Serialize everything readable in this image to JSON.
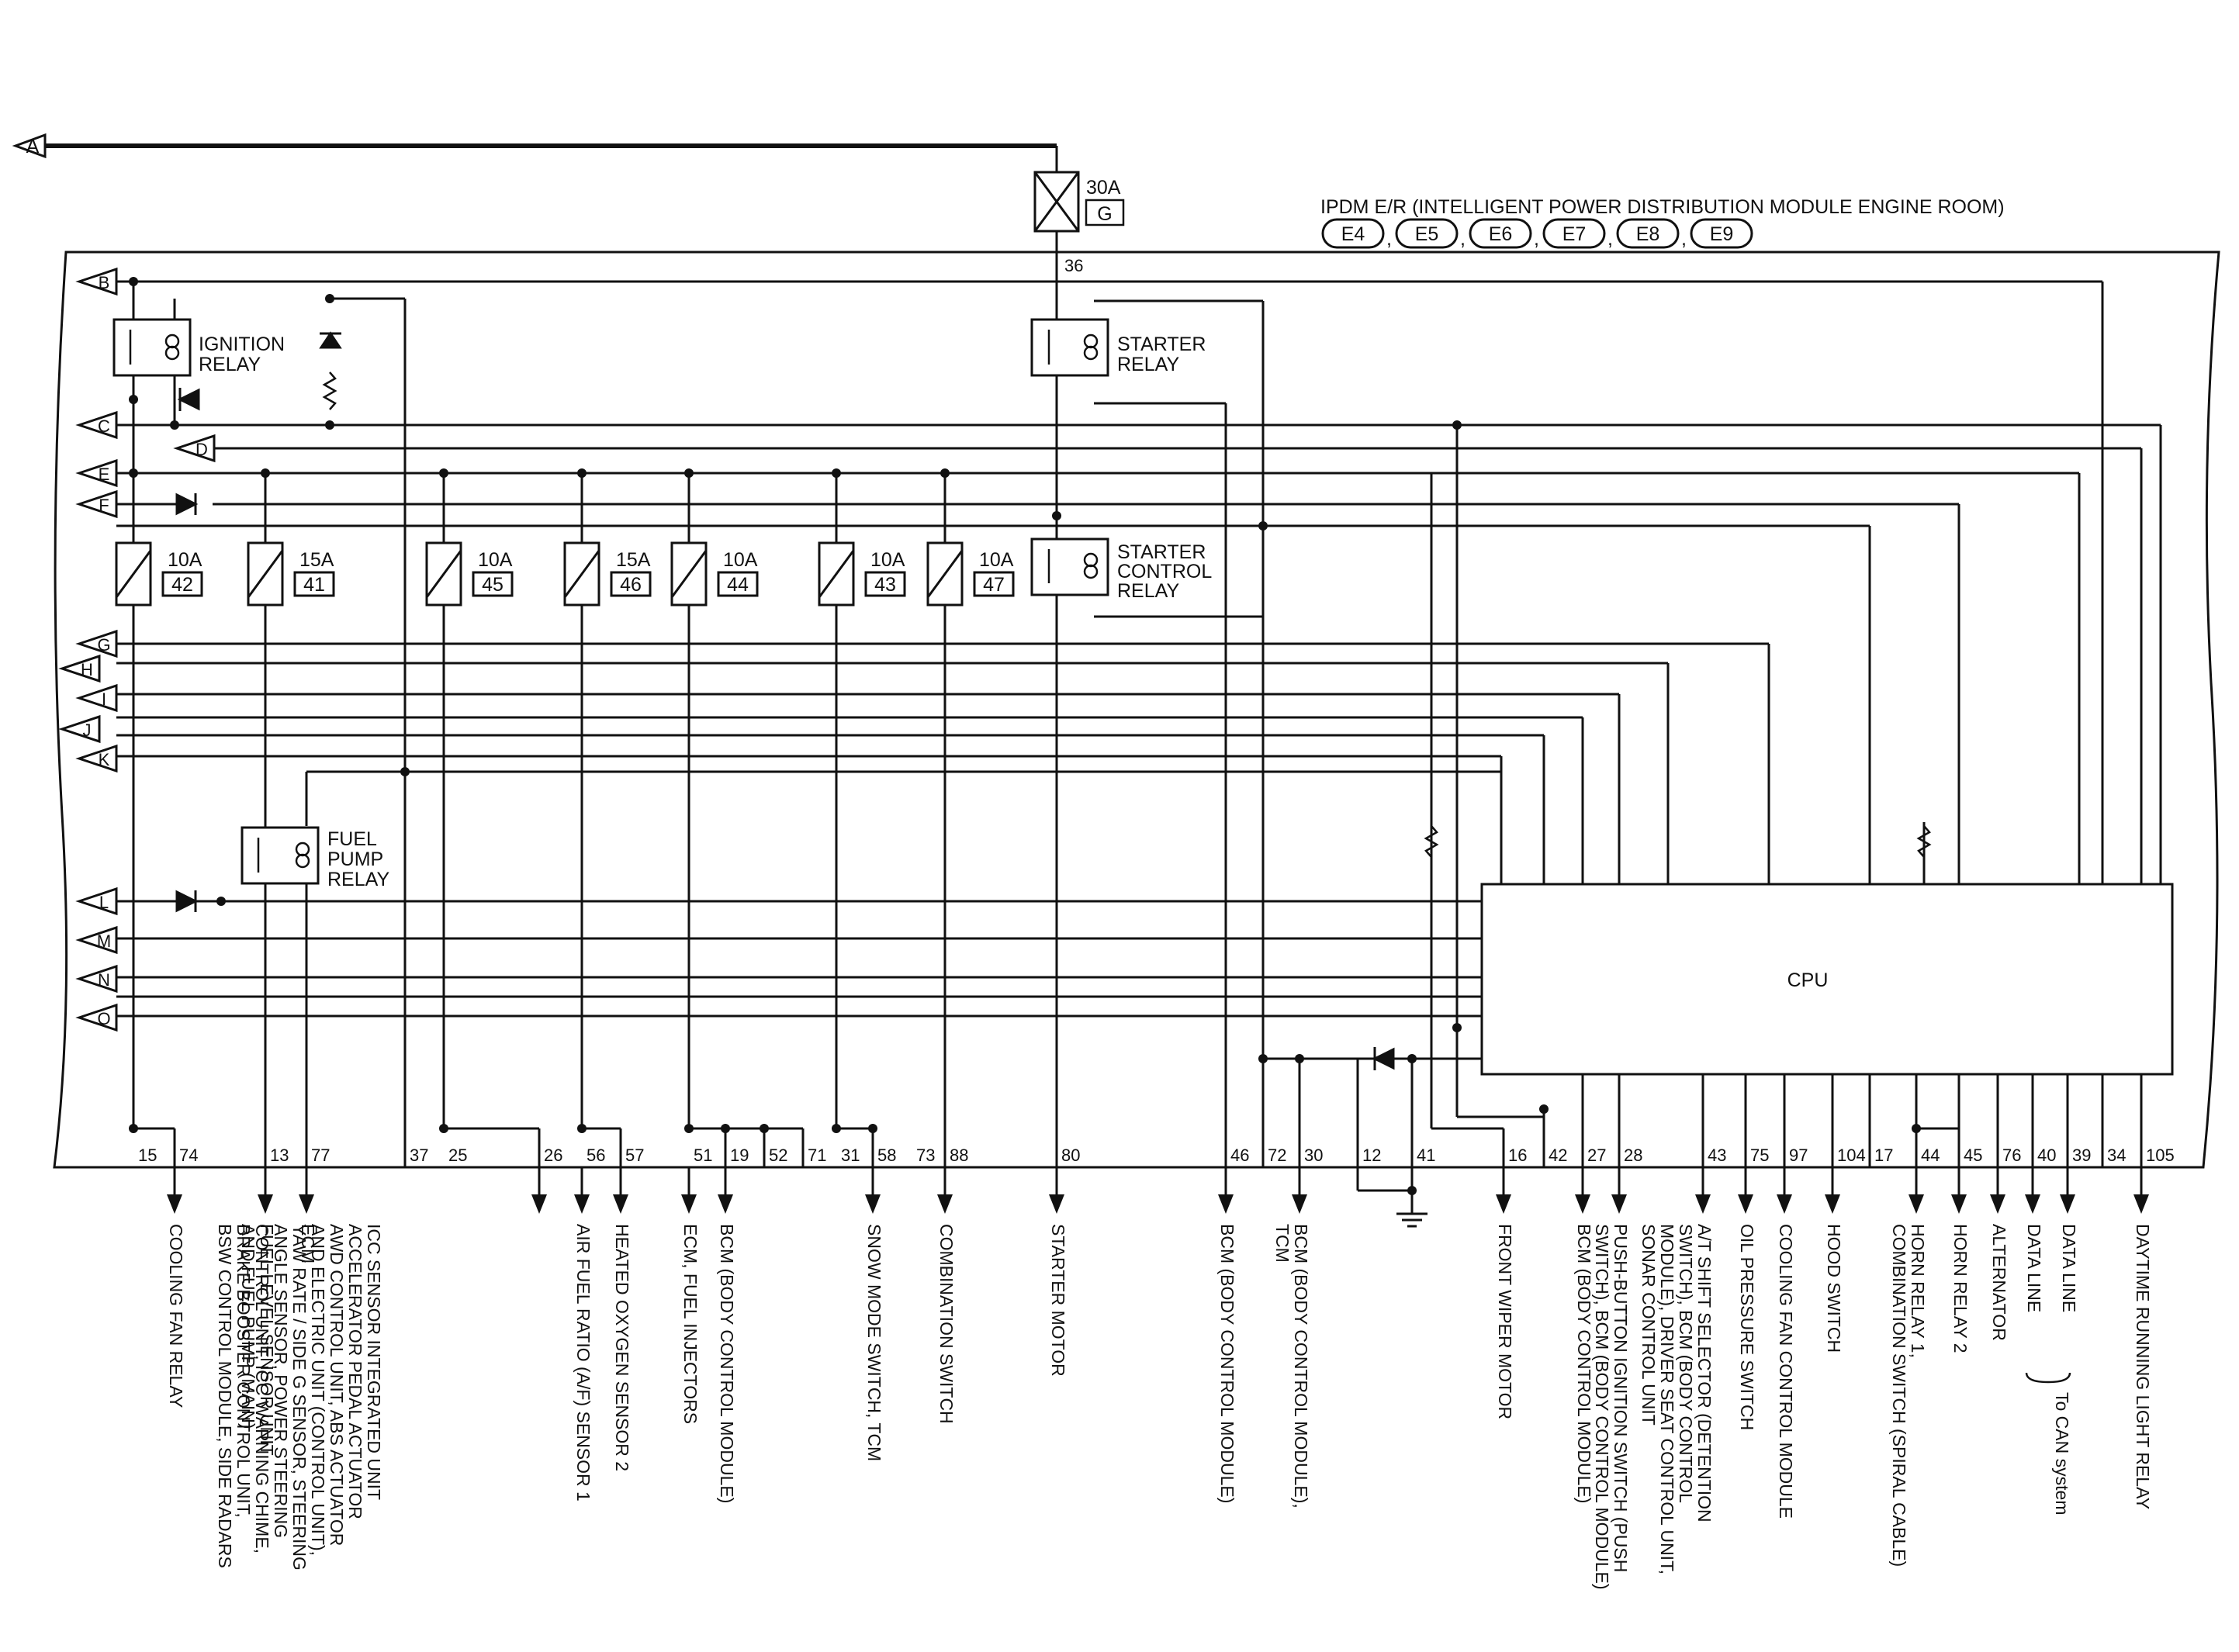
{
  "module": {
    "title": "IPDM E/R (INTELLIGENT POWER DISTRIBUTION MODULE ENGINE ROOM)",
    "connectors": [
      "E4",
      "E5",
      "E6",
      "E7",
      "E8",
      "E9"
    ],
    "cpu_label": "CPU"
  },
  "main_fuse": {
    "amps": "30A",
    "id": "G",
    "pin": "36"
  },
  "connector_a": "A",
  "side_connectors": [
    "B",
    "C",
    "D",
    "E",
    "F",
    "G",
    "H",
    "I",
    "J",
    "K",
    "L",
    "M",
    "N",
    "O"
  ],
  "relays": {
    "ignition": [
      "IGNITION",
      "RELAY"
    ],
    "starter": [
      "STARTER",
      "RELAY"
    ],
    "starter_control": [
      "STARTER",
      "CONTROL",
      "RELAY"
    ],
    "fuel_pump": [
      "FUEL",
      "PUMP",
      "RELAY"
    ]
  },
  "fuses": [
    {
      "amps": "10A",
      "id": "42"
    },
    {
      "amps": "15A",
      "id": "41"
    },
    {
      "amps": "10A",
      "id": "45"
    },
    {
      "amps": "15A",
      "id": "46"
    },
    {
      "amps": "10A",
      "id": "44"
    },
    {
      "amps": "10A",
      "id": "43"
    },
    {
      "amps": "10A",
      "id": "47"
    }
  ],
  "pins": [
    "15",
    "74",
    "13",
    "77",
    "37",
    "25",
    "26",
    "56",
    "57",
    "51",
    "19",
    "52",
    "71",
    "31",
    "58",
    "73",
    "88",
    "80",
    "46",
    "72",
    "30",
    "12",
    "41",
    "16",
    "42",
    "27",
    "28",
    "43",
    "75",
    "97",
    "104",
    "17",
    "44",
    "45",
    "76",
    "40",
    "39",
    "34",
    "105"
  ],
  "destinations": [
    [
      "COOLING FAN RELAY"
    ],
    [
      "FUEL LEVEL SENSOR UNIT",
      "AND FUEL PUMP (MAIN)"
    ],
    [
      "ECM"
    ],
    [
      "ICC SENSOR INTEGRATED UNIT",
      "ACCELERATOR PEDAL ACTUATOR",
      "AWD CONTROL UNIT, ABS ACTUATOR",
      "AND ELECTRIC UNIT (CONTROL UNIT),",
      "YAW RATE / SIDE G SENSOR, STEERING",
      "ANGLE SENSOR, POWER STEERING",
      "CONTROL UNIT, ICC WARNING CHIME,",
      "BRAKE BOOSTER CONTROL UNIT,",
      "BSW CONTROL MODULE, SIDE RADARS"
    ],
    [
      "AIR FUEL RATIO (A/F) SENSOR 1"
    ],
    [
      "HEATED OXYGEN SENSOR 2"
    ],
    [
      "ECM, FUEL INJECTORS"
    ],
    [
      "BCM (BODY CONTROL MODULE)"
    ],
    [
      "SNOW MODE SWITCH, TCM"
    ],
    [
      "COMBINATION SWITCH"
    ],
    [
      "STARTER MOTOR"
    ],
    [
      "BCM (BODY CONTROL MODULE)"
    ],
    [
      "BCM (BODY CONTROL MODULE),",
      "TCM"
    ],
    [
      "FRONT WIPER MOTOR"
    ],
    [
      "BCM (BODY CONTROL MODULE)"
    ],
    [
      "PUSH-BUTTON IGNITION SWITCH (PUSH",
      "SWITCH), BCM (BODY CONTROL MODULE)"
    ],
    [
      "A/T SHIFT SELECTOR (DETENTION",
      "SWITCH), BCM (BODY CONTROL",
      "MODULE), DRIVER SEAT CONTROL UNIT,",
      "SONAR CONTROL UNIT"
    ],
    [
      "OIL PRESSURE SWITCH"
    ],
    [
      "COOLING FAN CONTROL MODULE"
    ],
    [
      "HOOD SWITCH"
    ],
    [
      "HORN RELAY 1,",
      "COMBINATION SWITCH (SPIRAL CABLE)"
    ],
    [
      "HORN RELAY 2"
    ],
    [
      "ALTERNATOR"
    ],
    [
      "DATA LINE"
    ],
    [
      "DATA LINE"
    ],
    [
      "DAYTIME RUNNING LIGHT RELAY"
    ]
  ],
  "can_note": "To CAN system"
}
